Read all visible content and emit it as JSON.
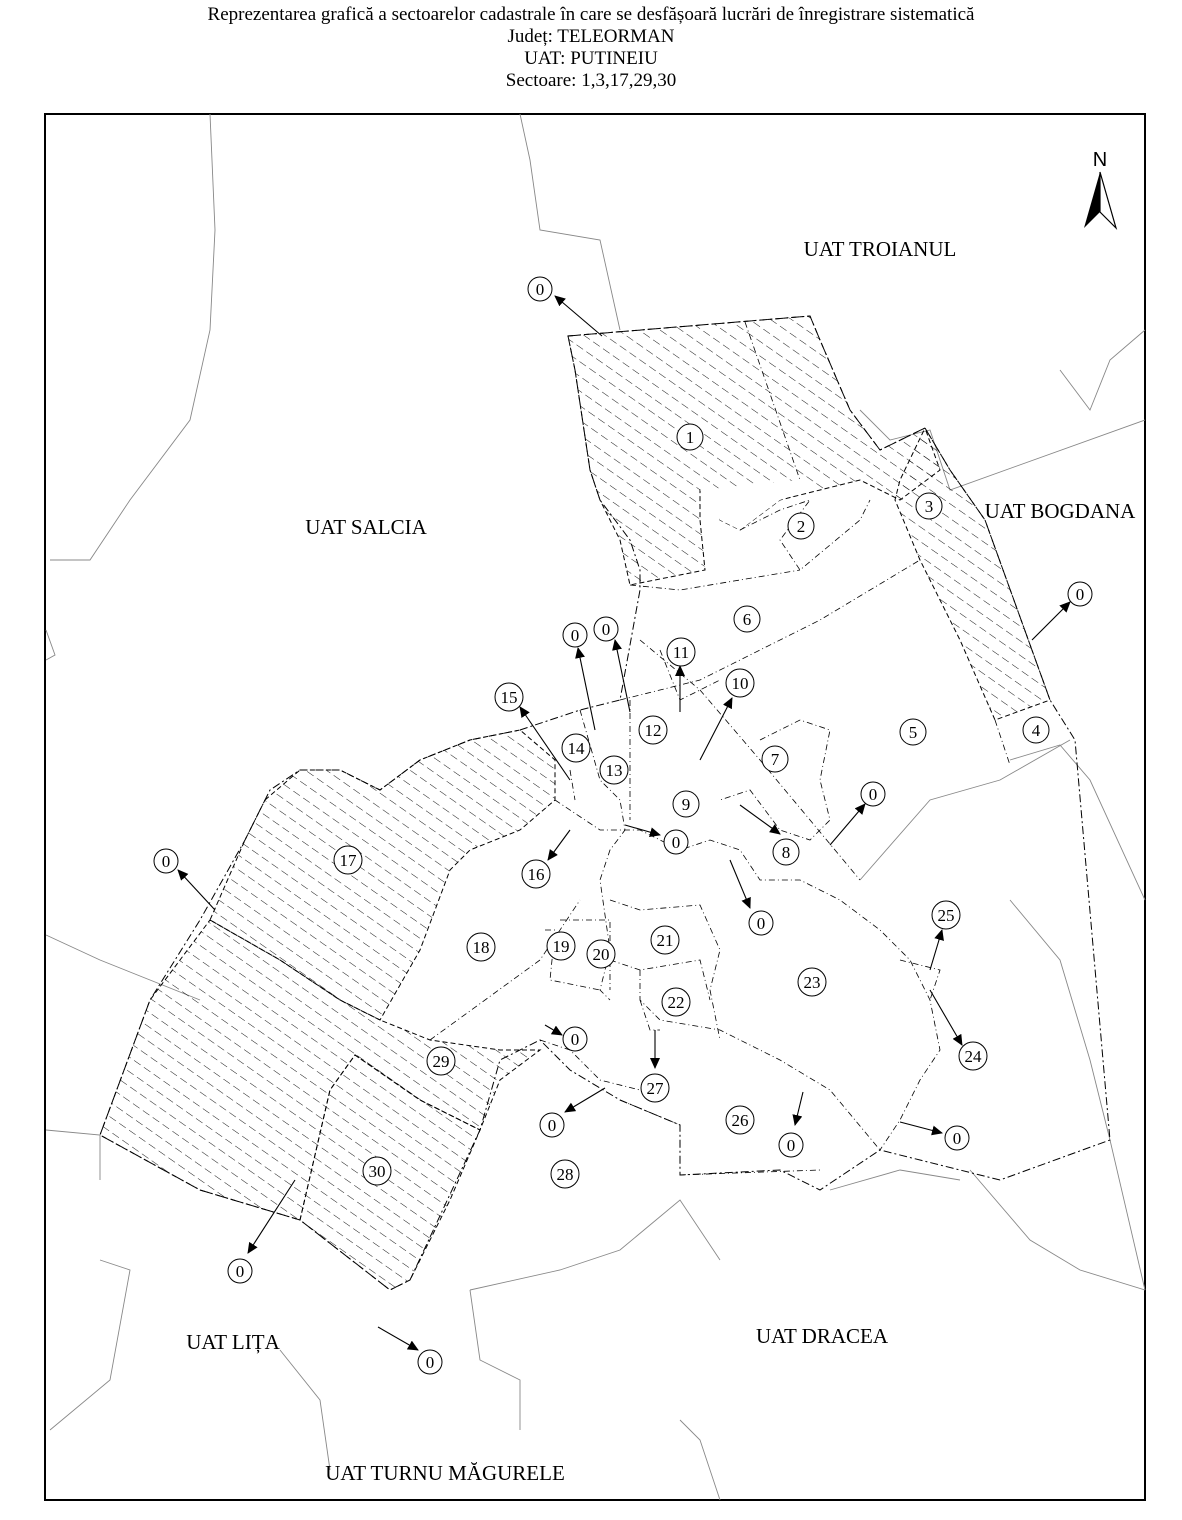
{
  "header": {
    "title": "Reprezentarea grafică a sectoarelor cadastrale în care se desfășoară lucrări de înregistrare sistematică",
    "county": "Județ: TELEORMAN",
    "uat": "UAT: PUTINEIU",
    "sectors": "Sectoare: 1,3,17,29,30"
  },
  "north_arrow": {
    "label": "N"
  },
  "neighbours": [
    {
      "id": "troianul",
      "label": "UAT TROIANUL"
    },
    {
      "id": "bogdana",
      "label": "UAT BOGDANA"
    },
    {
      "id": "salcia",
      "label": "UAT SALCIA"
    },
    {
      "id": "dracea",
      "label": "UAT DRACEA"
    },
    {
      "id": "lita",
      "label": "UAT LIȚA"
    },
    {
      "id": "turnu",
      "label": "UAT TURNU MĂGURELE"
    }
  ],
  "sectors": [
    "1",
    "2",
    "3",
    "4",
    "5",
    "6",
    "7",
    "8",
    "9",
    "10",
    "11",
    "12",
    "13",
    "14",
    "15",
    "16",
    "17",
    "18",
    "19",
    "20",
    "21",
    "22",
    "23",
    "24",
    "25",
    "26",
    "27",
    "28",
    "29",
    "30"
  ],
  "zero_label": "0",
  "highlighted_sectors": [
    "1",
    "3",
    "17",
    "29",
    "30"
  ]
}
